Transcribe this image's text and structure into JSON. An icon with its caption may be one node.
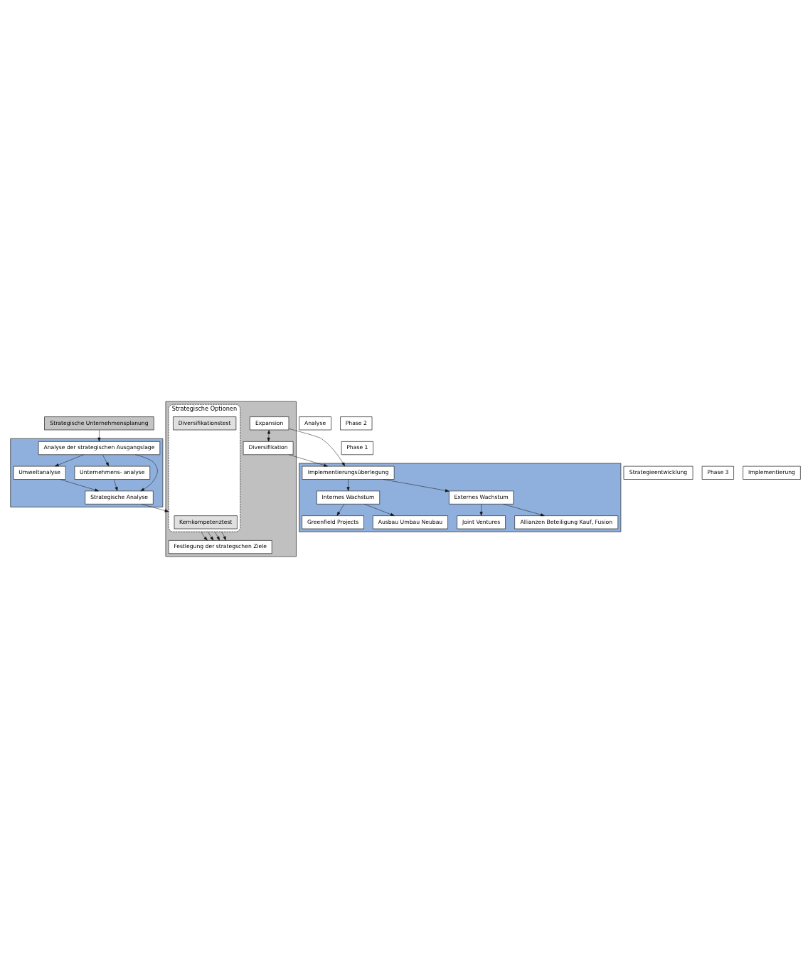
{
  "diagram": {
    "nodes": [
      {
        "text": [
          "Strategische Unternehmensplanung"
        ]
      },
      {
        "text": [
          "Phase 1"
        ]
      },
      {
        "text": [],
        "shape": "box"
      },
      {
        "text": [
          "Analyse der strategischen Ausgangslage"
        ],
        "in": 2
      },
      {
        "text": [
          "Umweltanalyse"
        ],
        "in": 2
      },
      {
        "text": [
          "Unternehmens- analyse"
        ],
        "in": 2
      },
      {
        "text": [
          "Strategische Analyse"
        ],
        "in": 2
      },
      {
        "text": [
          "Analyse"
        ]
      },
      {
        "text": [
          "Phase 2"
        ]
      },
      {
        "text": [],
        "shape": "box"
      },
      {
        "text": [
          "Expansion"
        ],
        "in": 9
      },
      {
        "text": [
          "Diversifikation"
        ],
        "in": 9
      },
      {
        "text": [
          "Festlegung der strategschen Ziele"
        ],
        "in": 9
      },
      {
        "text": [
          "Strategische Optionen"
        ],
        "in": 9
      },
      {
        "text": [
          "Kernkompetenztest"
        ],
        "in": 13
      },
      {
        "text": [
          "Diversifikationstest"
        ],
        "in": 13
      },
      {
        "text": [
          "Strategieentwicklung"
        ]
      },
      {
        "text": [
          "Phase 3"
        ]
      },
      {
        "text": [],
        "shape": "box"
      },
      {
        "text": [
          "Implementierungsüberlegung"
        ],
        "in": 18
      },
      {
        "text": [
          "Internes Wachstum"
        ],
        "in": 18
      },
      {
        "text": [
          "Externes Wachstum"
        ],
        "in": 18
      },
      {
        "text": [
          "Greenfield Projects"
        ],
        "in": 18
      },
      {
        "text": [
          "Ausbau Umbau Neubau"
        ],
        "in": 18
      },
      {
        "text": [
          "Joint Ventures"
        ],
        "in": 18
      },
      {
        "text": [
          "Allianzen Beteiligung Kauf, Fusion"
        ],
        "in": 18
      },
      {
        "text": [
          "Implementierung"
        ]
      }
    ],
    "edges": [
      {
        "from": 0,
        "to": 3,
        "arrow": "to"
      },
      {
        "from": 3,
        "to": 4,
        "arrow": "to"
      },
      {
        "from": 3,
        "to": 6,
        "arrow": "to"
      },
      {
        "from": 3,
        "to": 5,
        "arrow": "to"
      },
      {
        "from": 4,
        "to": 6,
        "arrow": "to"
      },
      {
        "from": 5,
        "to": 6,
        "arrow": "to"
      },
      {
        "from": 6,
        "to": 13,
        "arrow": "to"
      },
      {
        "from": 13,
        "to": 12,
        "arrow": "to"
      },
      {
        "from": 13,
        "to": 12,
        "arrow": "to"
      },
      {
        "from": 13,
        "to": 12,
        "arrow": "to"
      },
      {
        "from": 13,
        "to": 12,
        "arrow": "to"
      },
      {
        "from": 10,
        "to": 11,
        "arrow": "both"
      },
      {
        "from": 10,
        "to": 19,
        "arrow": "to"
      },
      {
        "from": 11,
        "to": 19,
        "arrow": "to"
      },
      {
        "from": 19,
        "to": 20,
        "arrow": "to"
      },
      {
        "from": 19,
        "to": 21,
        "arrow": "to"
      },
      {
        "from": 20,
        "to": 22,
        "arrow": "to"
      },
      {
        "from": 20,
        "to": 23,
        "arrow": "to"
      },
      {
        "from": 21,
        "to": 24,
        "arrow": "to"
      },
      {
        "from": 21,
        "to": 25,
        "arrow": "to"
      }
    ]
  }
}
